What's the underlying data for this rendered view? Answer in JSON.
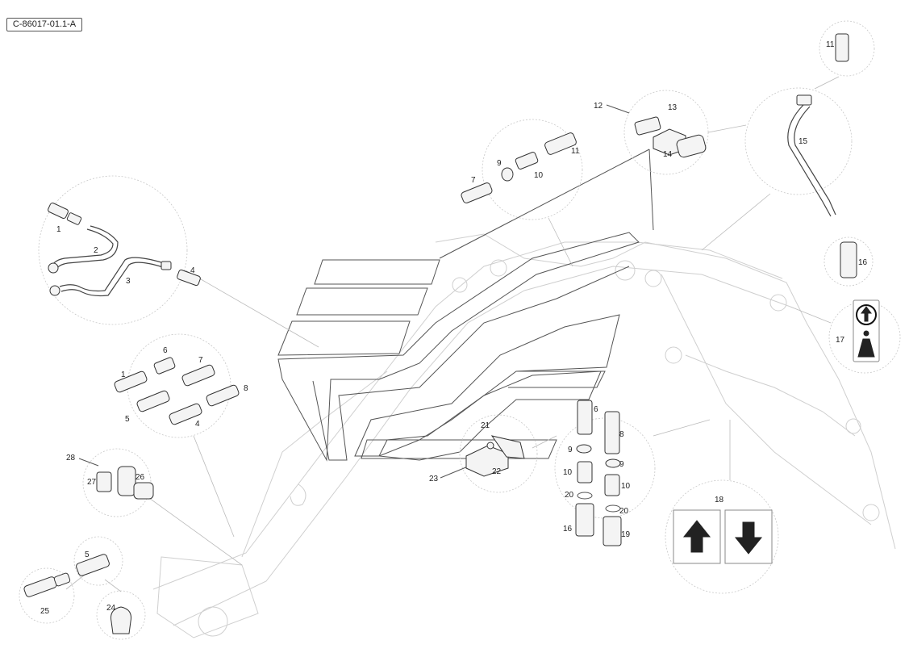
{
  "reference_code": "C-86017-01.1-A",
  "callouts": [
    {
      "label": "1"
    },
    {
      "label": "2"
    },
    {
      "label": "3"
    },
    {
      "label": "4"
    },
    {
      "label": "6"
    },
    {
      "label": "7"
    },
    {
      "label": "1"
    },
    {
      "label": "8"
    },
    {
      "label": "5"
    },
    {
      "label": "4"
    },
    {
      "label": "28"
    },
    {
      "label": "27"
    },
    {
      "label": "26"
    },
    {
      "label": "5"
    },
    {
      "label": "25"
    },
    {
      "label": "24"
    },
    {
      "label": "7"
    },
    {
      "label": "9"
    },
    {
      "label": "10"
    },
    {
      "label": "11"
    },
    {
      "label": "12"
    },
    {
      "label": "13"
    },
    {
      "label": "14"
    },
    {
      "label": "11"
    },
    {
      "label": "15"
    },
    {
      "label": "16"
    },
    {
      "label": "17"
    },
    {
      "label": "21"
    },
    {
      "label": "22"
    },
    {
      "label": "23"
    },
    {
      "label": "6"
    },
    {
      "label": "8"
    },
    {
      "label": "9"
    },
    {
      "label": "9"
    },
    {
      "label": "10"
    },
    {
      "label": "10"
    },
    {
      "label": "20"
    },
    {
      "label": "20"
    },
    {
      "label": "16"
    },
    {
      "label": "19"
    },
    {
      "label": "18"
    }
  ]
}
